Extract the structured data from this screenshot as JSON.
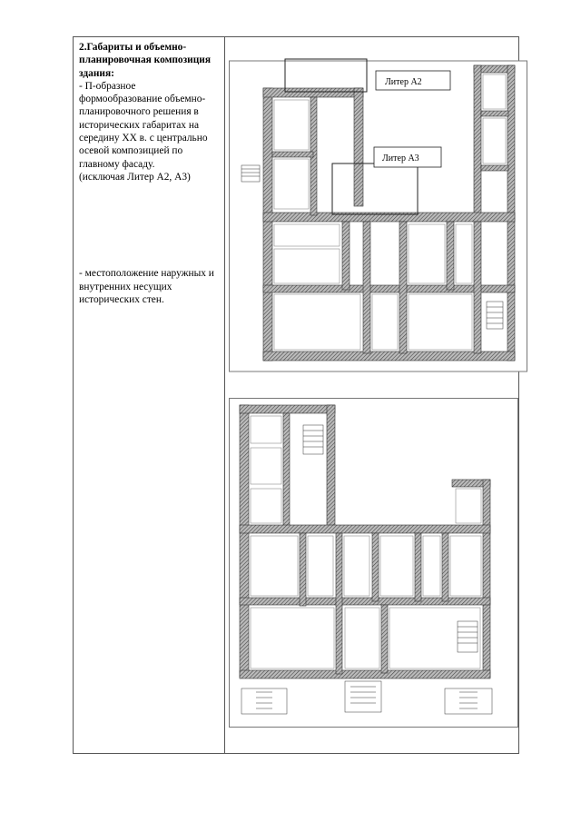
{
  "left": {
    "heading": "2.Габариты и объемно-планировочная композиция здания:",
    "para1": "- П-образное формообразование объемно-планировочного решения в исторических габаритах на середину XX в. с центрально осевой композицией по главному фасаду.",
    "para2": "(исключая Литер А2, А3)",
    "para3": "- местоположение наружных и внутренних несущих исторических стен."
  },
  "plans": {
    "label_a2": "Литер А2",
    "label_a3": "Литер А3"
  }
}
